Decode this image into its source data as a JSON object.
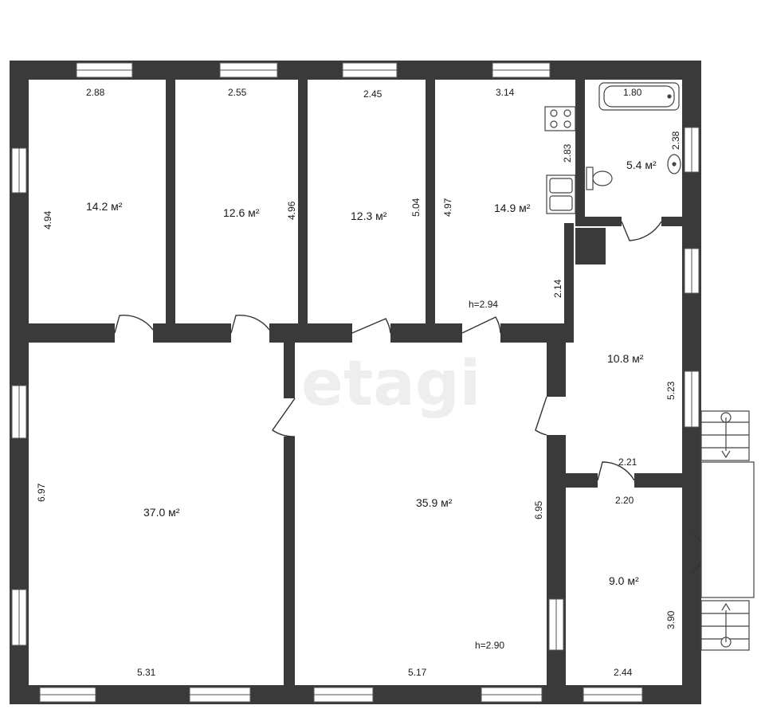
{
  "watermark": "etagi",
  "rooms": [
    {
      "id": "room-1",
      "area": "14.2 м²",
      "dims": {
        "top": "2.88",
        "side": "4.94"
      }
    },
    {
      "id": "room-2",
      "area": "12.6 м²",
      "dims": {
        "top": "2.55",
        "side": "4.96"
      }
    },
    {
      "id": "room-3",
      "area": "12.3 м²",
      "dims": {
        "top": "2.45",
        "side": "5.04"
      }
    },
    {
      "id": "kitchen",
      "area": "14.9 м²",
      "dims": {
        "top": "3.14",
        "side": "4.97",
        "right_upper": "2.83",
        "right_lower": "2.14",
        "height": "h=2.94"
      }
    },
    {
      "id": "bathroom",
      "area": "5.4 м²",
      "dims": {
        "bath": "1.80",
        "side": "2.38"
      }
    },
    {
      "id": "hall",
      "area": "10.8 м²",
      "dims": {
        "side": "5.23",
        "bottom": "2.21"
      }
    },
    {
      "id": "living-left",
      "area": "37.0 м²",
      "dims": {
        "side": "6.97",
        "bottom": "5.31"
      }
    },
    {
      "id": "living-center",
      "area": "35.9 м²",
      "dims": {
        "side": "6.95",
        "bottom": "5.17",
        "height": "h=2.90"
      }
    },
    {
      "id": "room-small",
      "area": "9.0 м²",
      "dims": {
        "top": "2.20",
        "side": "3.90",
        "bottom": "2.44"
      }
    }
  ]
}
